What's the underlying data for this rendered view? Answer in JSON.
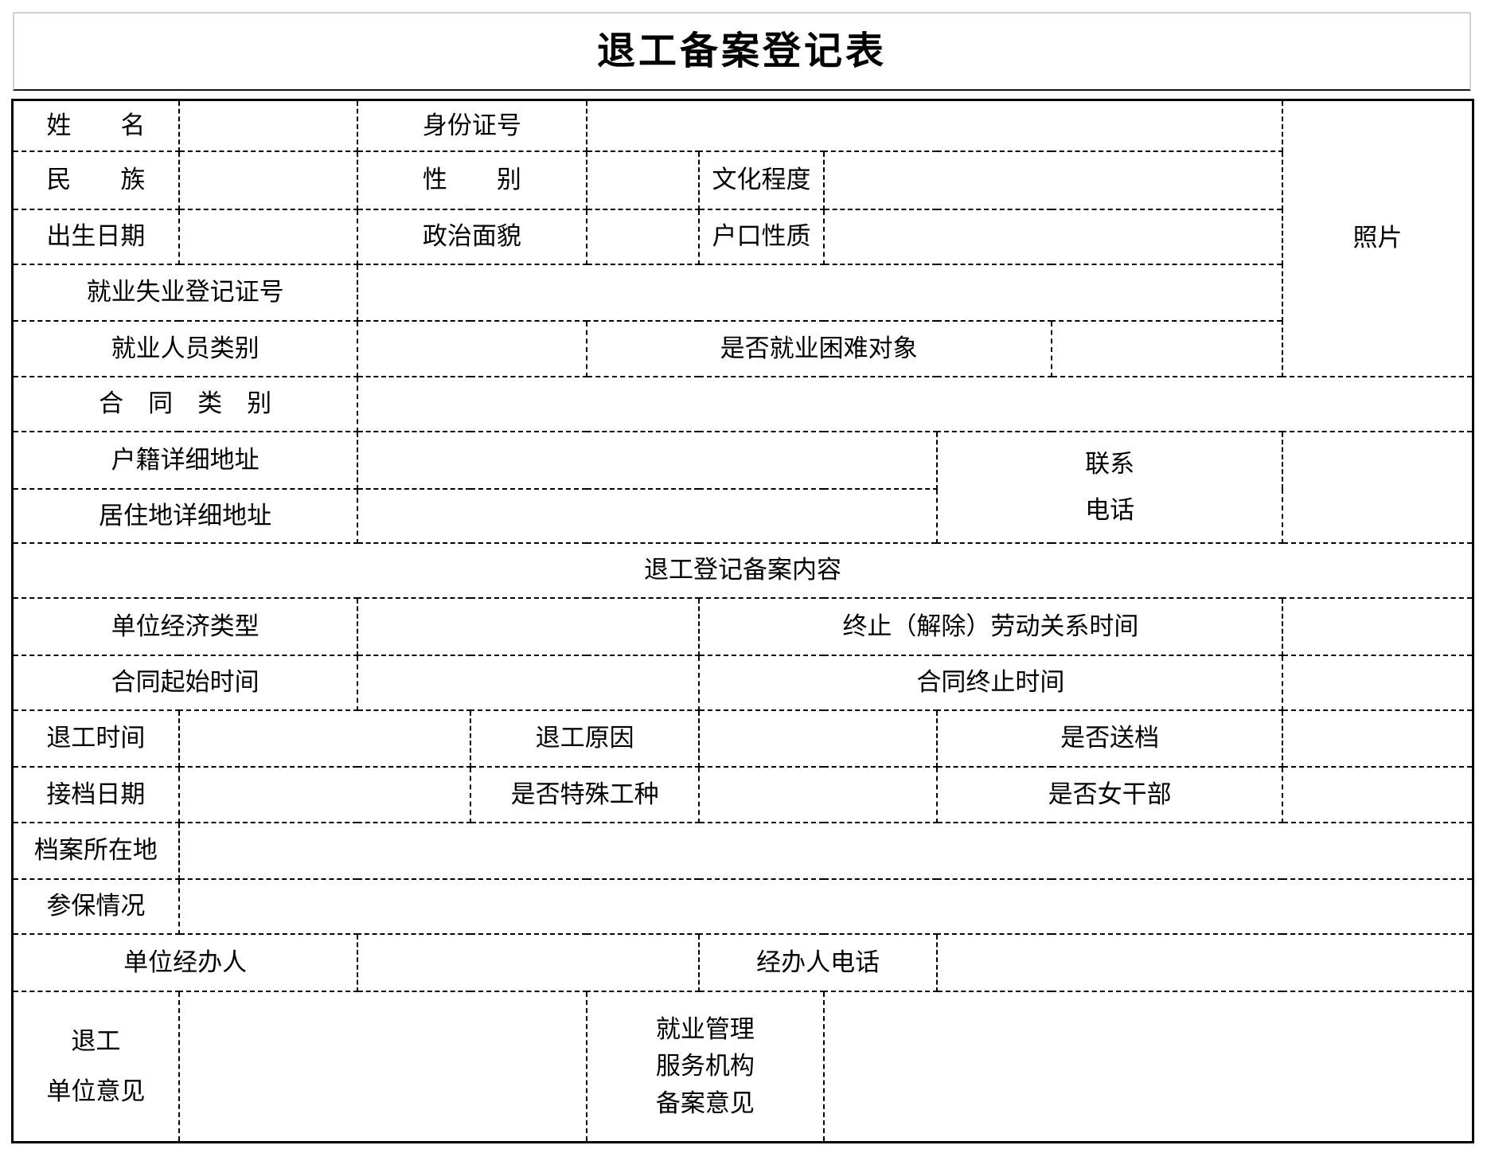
{
  "header": {
    "title": "退工备案登记表"
  },
  "form": {
    "photo_label": "照片",
    "section_header": "退工登记备案内容",
    "fields": {
      "name": "姓　　名",
      "id_number": "身份证号",
      "ethnic": "民　　族",
      "gender": "性　　别",
      "education": "文化程度",
      "birth_date": "出生日期",
      "political": "政治面貌",
      "household": "户口性质",
      "job_cert_no": "就业失业登记证号",
      "person_category": "就业人员类别",
      "difficulty_target": "是否就业困难对象",
      "contract_category": "合　同　类　别",
      "registered_address": "户籍详细地址",
      "residence_address": "居住地详细地址",
      "contact_line1": "联系",
      "contact_line2": "电话",
      "economic_type": "单位经济类型",
      "termination_time": "终止（解除）劳动关系时间",
      "contract_start": "合同起始时间",
      "contract_end": "合同终止时间",
      "resign_time": "退工时间",
      "resign_reason": "退工原因",
      "file_sent": "是否送档",
      "file_receive_date": "接档日期",
      "special_job": "是否特殊工种",
      "female_cadre": "是否女干部",
      "file_location": "档案所在地",
      "insurance_status": "参保情况",
      "unit_agent": "单位经办人",
      "agent_phone": "经办人电话",
      "unit_opinion_line1": "退工",
      "unit_opinion_line2": "单位意见",
      "agency_opinion_line1": "就业管理",
      "agency_opinion_line2": "服务机构",
      "agency_opinion_line3": "备案意见"
    },
    "colors": {
      "grid_border": "#000000",
      "title_box_border": "#d0d0d0",
      "background": "#ffffff"
    }
  }
}
